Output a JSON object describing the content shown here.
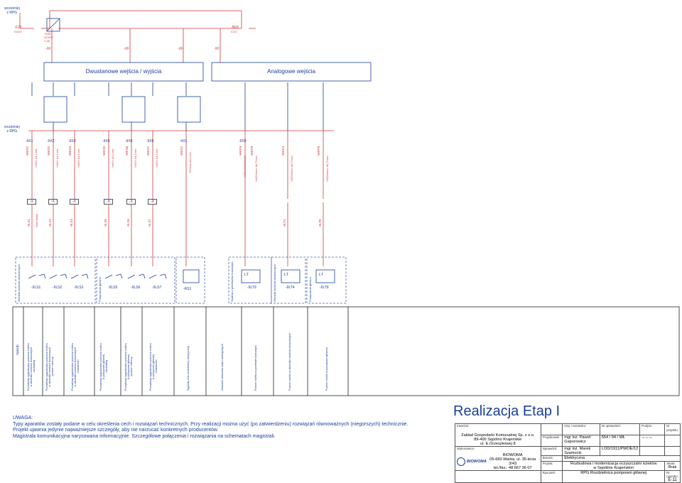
{
  "supply": {
    "label_top": "wcześniej\nz RPG",
    "label_mid": "wcześniej\nz RPG"
  },
  "breakers": {
    "f22": "-FZ2",
    "f22_sub": "D10/2",
    "a23": "-A23",
    "a23_sub": "24VDC\n1,2A",
    "bf8": "-BF8",
    "bf8_sub": "C2/2"
  },
  "terminals_top": [
    "-XF",
    "-XF",
    "-XF",
    "-XF"
  ],
  "modules": {
    "digital_io": "Dwustanowe wejścia / wyjścia",
    "analog_io": "Analogowe wejścia"
  },
  "terminal_row1": [
    "-9X1",
    "-9X2",
    "-9X3",
    "-9X5",
    "-9X5",
    "-9X5",
    "-4X1",
    "-9X9"
  ],
  "cables": [
    "-WKS1",
    "-WKS2",
    "-WKS3",
    "-WKS5",
    "-WKS6",
    "-WKS7",
    "-WKS1",
    "-WKP9",
    "-WKP8",
    "-WKP4",
    "-WKP8"
  ],
  "cable_types": [
    "YnKGY 4x1,5 mm²",
    "YnKGY 4x1,5 mm²",
    "YnKGY 4x1,5 mm²",
    "YnKGY 4x1,5 mm²",
    "YnKGY 4x1,5 mm²",
    "YnKGY 4x1,5 mm²",
    "YKSYekw 2x1,5 mm²",
    "YnKGY-kat 3x1,5 mm²",
    "YnKGYeka-fo 4x0,75 mm²",
    "YnKGYeka-fo 4x0,75 mm²",
    "YnKGYeka-fo 4x0,75 mm²"
  ],
  "junctions": [
    "-X",
    "-X",
    "-X",
    "-X",
    "-X",
    "-X"
  ],
  "sensor_cables": [
    "-9LS1",
    "-9LS2",
    "-9LS3",
    "-9LS5",
    "-9LS6",
    "-9LS7",
    "-9LT4",
    "-9LT8"
  ],
  "sensor_cable_sub": "Kabel własny",
  "devices": {
    "switches": [
      "-9LS1",
      "-9LS2",
      "-9LS3",
      "-9LS5",
      "-9LS6",
      "-9LS7"
    ],
    "rs1": "-RS1",
    "lt": [
      "-9LT9",
      "-9LT4",
      "-9LT8"
    ],
    "lt_box": "LT"
  },
  "zones": [
    "Zbiornik ścieków dowożonych",
    "Pompownia główna",
    "Studnia z przelewem burzowym",
    "Zbiornik ścieków dowożonych",
    "Pompownia główna"
  ],
  "legend": {
    "header": "Opis(d)",
    "cols": [
      "Przewłowy sygnalizator poziomu ścieku\nw zbiorniku ścieków dowożonych\n- suchobieg",
      "Przewłowy sygnalizator poziomu ścieku\nw zbiorniku ścieków dowożonych\n- poziom roboczy",
      "Przewłowy sygnalizator poziomu ścieku\nw zbiorniku ścieków dowożonych\n- maksimum",
      "Przewłowy sygnalizator poziomu ścieku\nw pompowni głównej\n- suchobieg",
      "Przewłowy sygnalizator poziomu ścieku\nw pompowni głównej\n- poziom roboczy",
      "Przewłowy sygnalizator poziomu ścieku\nw pompowni głównej\n- maksimum",
      "Sygnały z/do rozdzielnicy stacji pomp",
      "Zasilanie obwodów wejść analogowych",
      "Poziom ścieku w przelewie burzowym",
      "Poziom ścieku w zbiorniku ścieków dowożonych",
      "Poziom ścieku w pompowni głównej"
    ]
  },
  "notes": {
    "title": "UWAGA:",
    "lines": [
      "Typy aparatów zostały podane w celu określenia cech i rozwiązań technicznych. Przy realizacji można użyć (po zatwierdzeniu) rozwiązań równoważnych (niegorszych) technicznie.",
      "Projekt ujawnia jedynie najważniejsze szczegóły, aby nie narzucać konkretnych producentów.",
      "Magistrala komunikacyjna narysowana informacyjnie. Szczegółowe połączenia i rozwiązania na schematach magistrali."
    ]
  },
  "title_block": {
    "stage": "Realizacja Etap I",
    "investor_label": "Inwestor:",
    "investor": [
      "Zakład Gospodarki Komunalnej Sp. z o.o.",
      "89-400 Sępólno Krajeńskie",
      "ul. E.Orzeszkowej 8"
    ],
    "contractor_label": "Wykonawca:",
    "contractor": [
      "BIOWOMA",
      "05-660 Warka, ul. 35-lecia 3/43",
      "tel./fax.: 48 667 36 07"
    ],
    "logo_text": "BIOWOMA",
    "h_name": "Imię i nazwisko:",
    "h_perm": "Nr uprawnień:",
    "h_sign": "Podpis:",
    "h_proj_no": "Nr projektu:",
    "r1_role": "Projektował:",
    "r1_name": "mgr inż. Paweł Gajsorowicz",
    "r1_perm": "554 / 94 / WŁ",
    "r2_role": "Sprawdził:",
    "r2_name": "mgr inż. Marek Szamocki",
    "r2_perm": "LOD/1911/PWOE/12",
    "branch_label": "Branża:",
    "branch": "Elektryczna",
    "project_label": "Projekt:",
    "project": "Rozbudowa i modernizacja oczyszczalni ścieków\nw Sępólnie Krajeńskim",
    "scale_label": "Skala:",
    "scale": "Brak",
    "drawing_label": "Rysunek:",
    "drawing": "RPG Rozdzielnica pompowni głównej",
    "sheet_label": "Nr rysunku:",
    "sheet": "E-11"
  }
}
